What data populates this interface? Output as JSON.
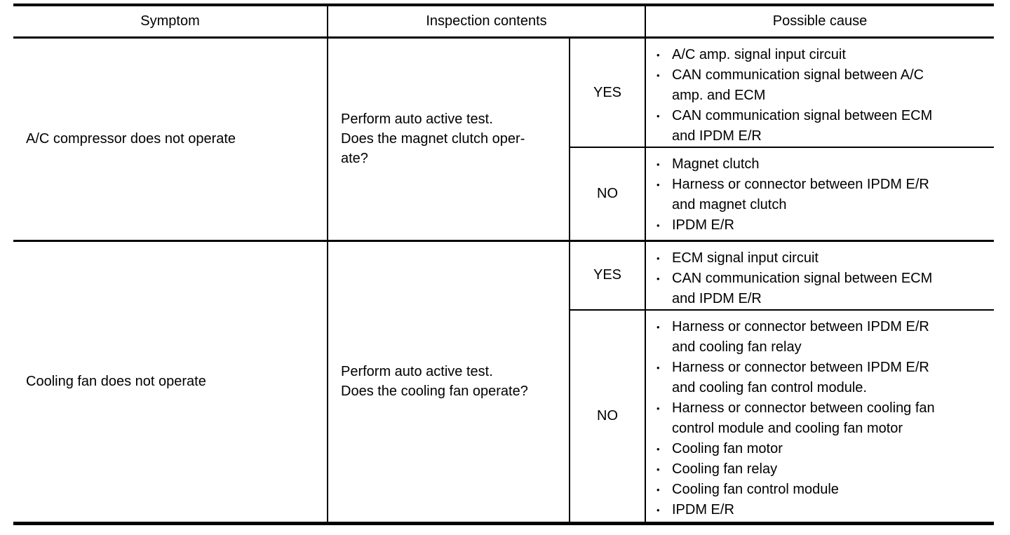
{
  "bullet_char": "•",
  "table": {
    "border_color": "#000000",
    "headers": {
      "symptom": "Symptom",
      "inspection": "Inspection contents",
      "cause": "Possible cause"
    },
    "rows": [
      {
        "symptom": "A/C compressor does not operate",
        "inspection_lines": [
          "Perform auto active test.",
          "Does the magnet clutch oper-",
          "ate?"
        ],
        "branches": [
          {
            "answer": "YES",
            "causes": [
              "A/C amp. signal input circuit",
              "CAN communication signal between A/C amp. and ECM",
              "CAN communication signal between ECM and IPDM E/R"
            ]
          },
          {
            "answer": "NO",
            "causes": [
              "Magnet clutch",
              "Harness or connector between IPDM E/R and magnet clutch",
              "IPDM E/R"
            ]
          }
        ]
      },
      {
        "symptom": "Cooling fan does not operate",
        "inspection_lines": [
          "Perform auto active test.",
          "Does the cooling fan operate?"
        ],
        "branches": [
          {
            "answer": "YES",
            "causes": [
              "ECM signal input circuit",
              "CAN communication signal between ECM and IPDM E/R"
            ]
          },
          {
            "answer": "NO",
            "causes": [
              "Harness or connector between IPDM E/R and cooling fan relay",
              "Harness or connector between IPDM E/R and cooling fan control module.",
              "Harness or connector between cooling fan control module and cooling fan motor",
              "Cooling fan motor",
              "Cooling fan relay",
              "Cooling fan control module",
              "IPDM E/R"
            ]
          }
        ]
      }
    ]
  }
}
